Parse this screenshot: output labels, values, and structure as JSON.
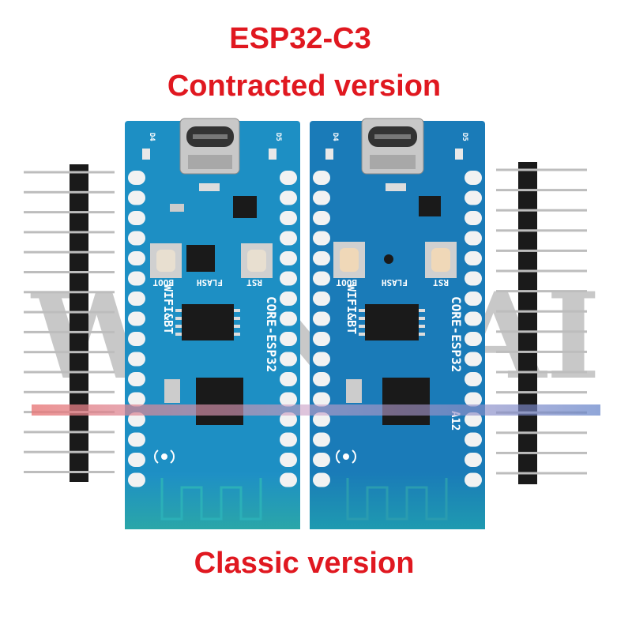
{
  "title_line1": "ESP32-C3",
  "title_line2": "Contracted version",
  "caption": "Classic version",
  "watermark": "WANNAI",
  "boards": [
    {
      "name": "contracted",
      "silkscreen": {
        "module": "CORE-ESP32",
        "wireless": "WIFI&BT",
        "boot": "BOOT",
        "flash": "FLASH",
        "rst": "RST",
        "d4": "D4",
        "d5": "D5"
      },
      "pcb_color": "#1d8fc4"
    },
    {
      "name": "classic",
      "silkscreen": {
        "module": "CORE-ESP32",
        "wireless": "WIFI&BT",
        "boot": "BOOT",
        "flash": "FLASH",
        "rst": "RST",
        "d4": "D4",
        "d5": "D5",
        "rev": "A12"
      },
      "pcb_color": "#1a7bb8"
    }
  ],
  "colors": {
    "title": "#e01820",
    "header_pins": "#1a1a1a"
  }
}
